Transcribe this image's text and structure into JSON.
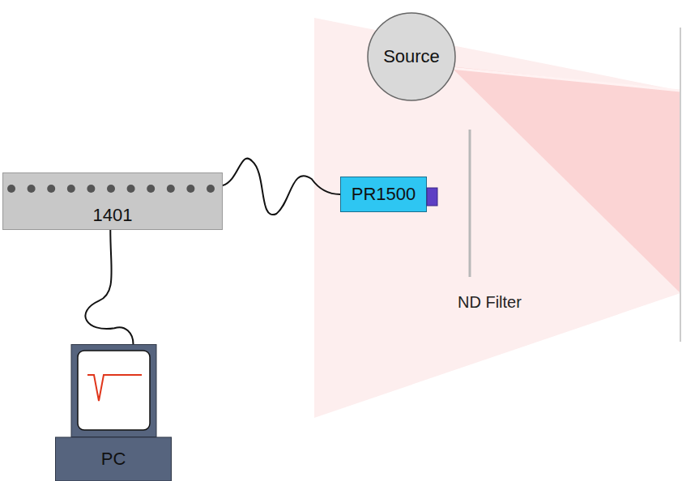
{
  "diagram": {
    "nodes": [
      {
        "text": [
          "Source"
        ]
      },
      {
        "text": [
          "PR1500"
        ]
      },
      {
        "text": [
          "1401"
        ]
      },
      {
        "text": [
          "PC"
        ]
      }
    ],
    "edges": [
      {
        "from": 2,
        "to": 1,
        "arrow": "none"
      },
      {
        "from": 2,
        "to": 3,
        "arrow": "none"
      }
    ],
    "labels": [
      "ND Filter"
    ]
  }
}
